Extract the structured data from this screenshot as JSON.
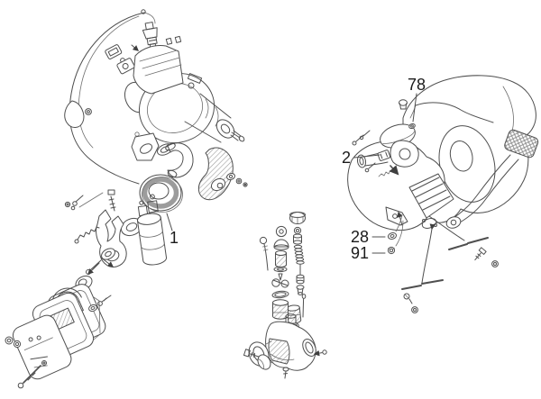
{
  "figure": {
    "kind": "exploded-parts-diagram",
    "background_color": "#ffffff",
    "line_color": "#4f4f4f",
    "shade_color": "#9c9c9c",
    "label_color": "#1a1a1a"
  },
  "callouts": {
    "part1": {
      "label": "1"
    },
    "part2": {
      "label": "2"
    },
    "part78": {
      "label": "78"
    },
    "part28": {
      "label": "28"
    },
    "part91": {
      "label": "91"
    }
  }
}
